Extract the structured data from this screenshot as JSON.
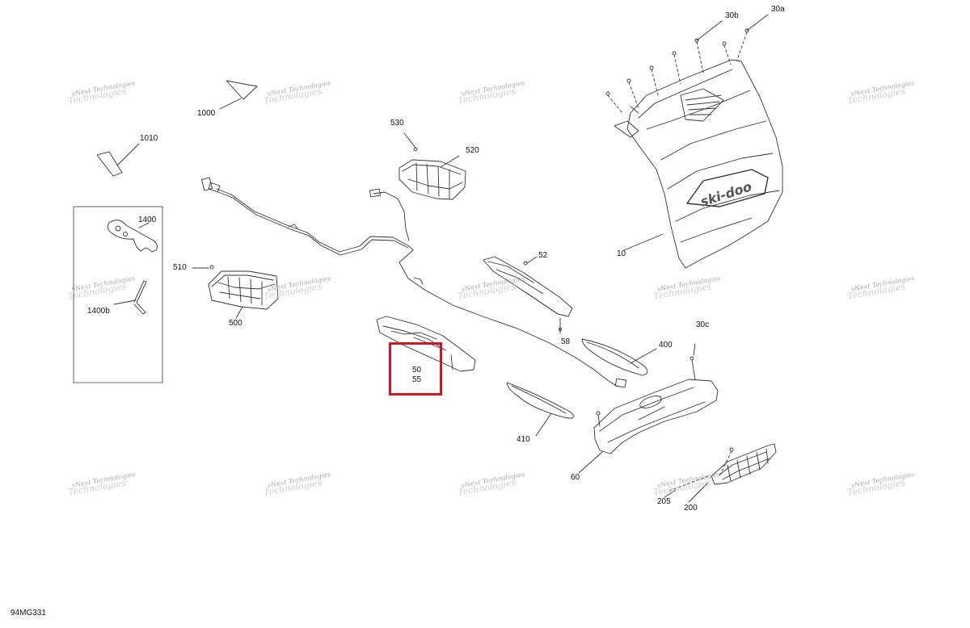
{
  "diagram_code": "94MG331",
  "highlight_color": "#d01622",
  "watermark": {
    "line1": "vNext Technologies",
    "line2": "Technologies"
  },
  "callouts": {
    "p1000": "1000",
    "p1010": "1010",
    "p1400": "1400",
    "p1400b": "1400b",
    "p510": "510",
    "p500": "500",
    "p530": "530",
    "p520": "520",
    "p52": "52",
    "p58": "58",
    "p50": "50",
    "p55": "55",
    "p400": "400",
    "p410": "410",
    "p30a": "30a",
    "p30b": "30b",
    "p30c": "30c",
    "p10": "10",
    "p60": "60",
    "p205": "205",
    "p200": "200"
  }
}
